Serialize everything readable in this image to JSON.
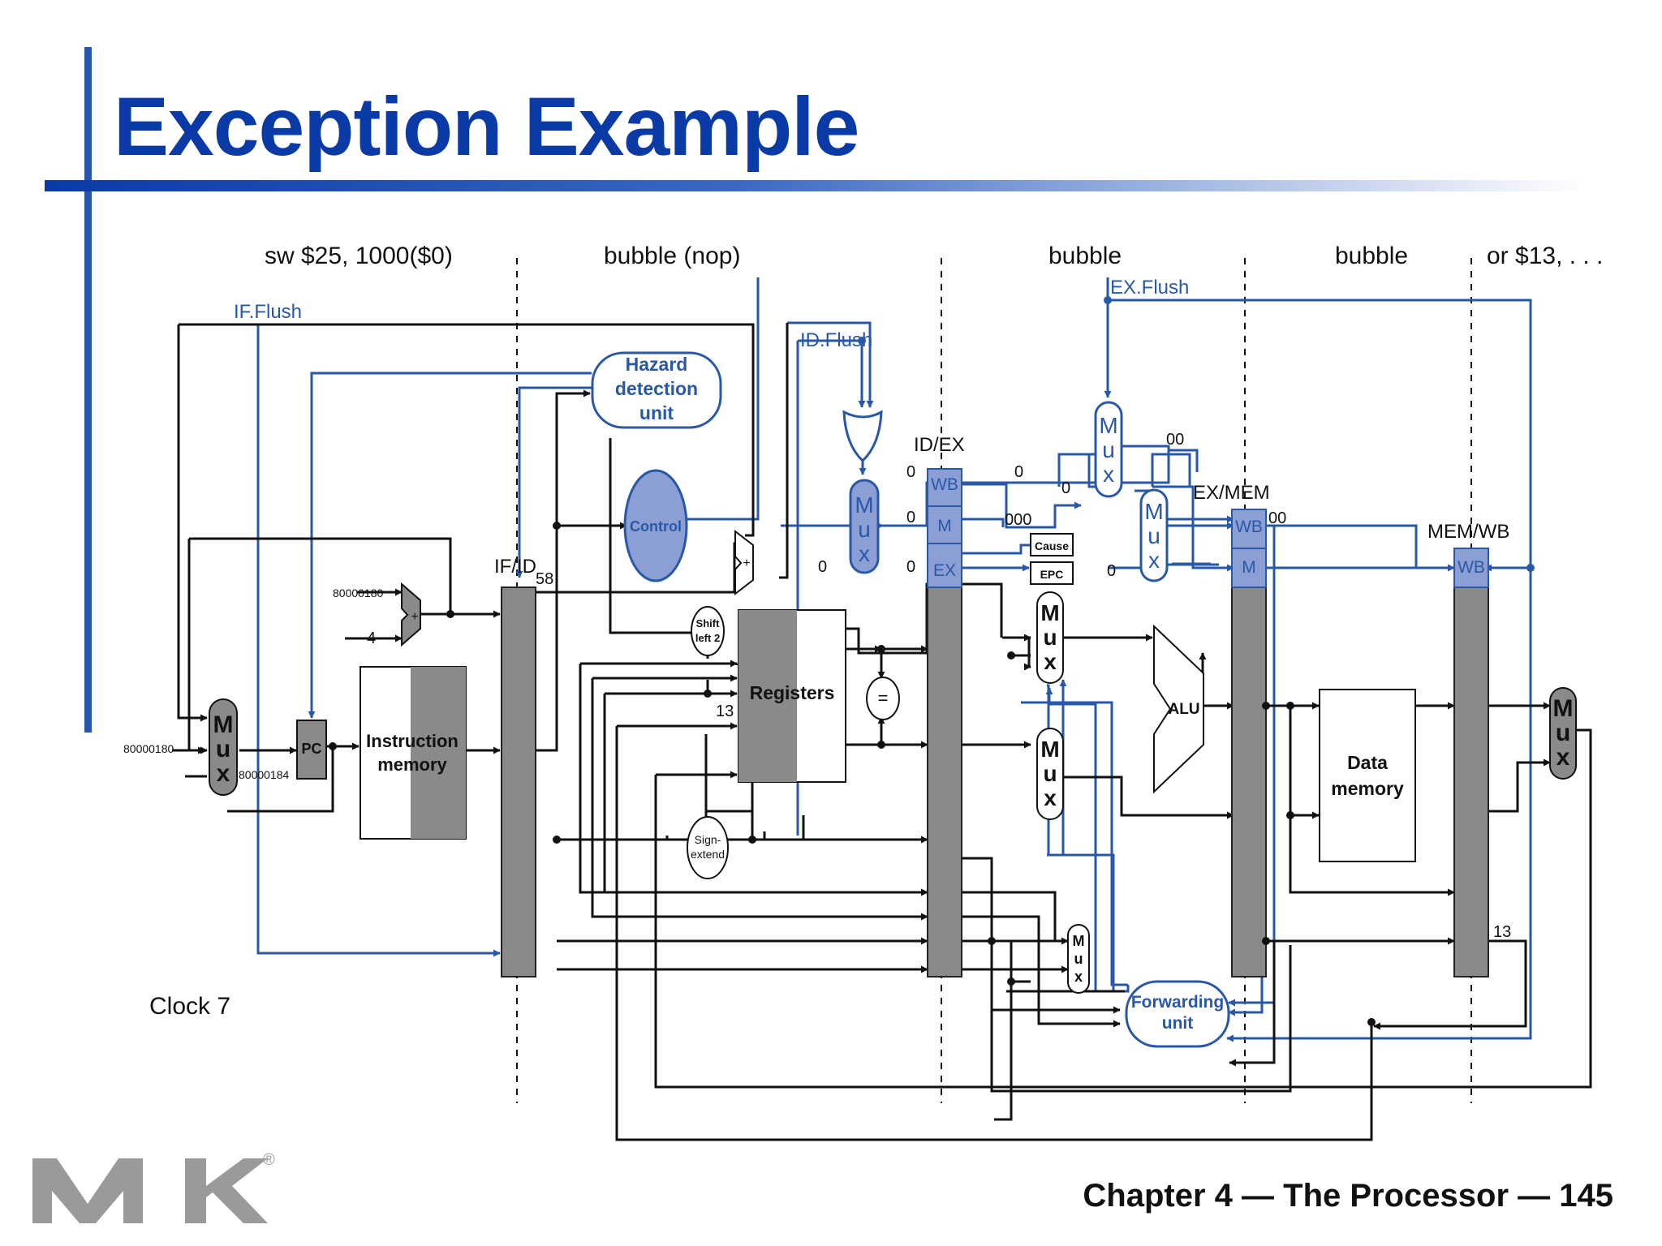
{
  "slide": {
    "title": "Exception Example",
    "footer": "Chapter 4 — The Processor — 145",
    "logo_letters": "MK",
    "logo_mark": "®"
  },
  "stages": {
    "if": "sw $25, 1000($0)",
    "id": "bubble (nop)",
    "ex": "bubble",
    "mem": "bubble",
    "wb": "or $13, . . ."
  },
  "clock": "Clock 7",
  "registers": {
    "if_id": "IF/ID",
    "id_ex": "ID/EX",
    "ex_mem": "EX/MEM",
    "mem_wb": "MEM/WB"
  },
  "control_fields": {
    "wb": "WB",
    "m": "M",
    "ex": "EX"
  },
  "signals": {
    "if_flush": "IF.Flush",
    "id_flush": "ID.Flush",
    "ex_flush": "EX.Flush"
  },
  "units": {
    "hazard": [
      "Hazard",
      "detection",
      "unit"
    ],
    "control": "Control",
    "registers": "Registers",
    "instruction_memory": [
      "Instruction",
      "memory"
    ],
    "data_memory": [
      "Data",
      "memory"
    ],
    "alu": "ALU",
    "pc": "PC",
    "shift_left": [
      "Shift",
      "left 2"
    ],
    "sign_extend": [
      "Sign-",
      "extend"
    ],
    "forwarding": [
      "Forwarding",
      "unit"
    ],
    "cause": "Cause",
    "epc": "EPC",
    "equal": "=",
    "plus": "+"
  },
  "mux_letters": [
    "M",
    "u",
    "x"
  ],
  "values": {
    "exc_addr_top": "80000180",
    "exc_addr_left": "80000180",
    "pc_next": "80000184",
    "four": "4",
    "fifty_eight": "58",
    "thirteen_id": "13",
    "thirteen_wb": "13",
    "zero": "0",
    "triple_zero": "000",
    "double_zero": "00"
  }
}
